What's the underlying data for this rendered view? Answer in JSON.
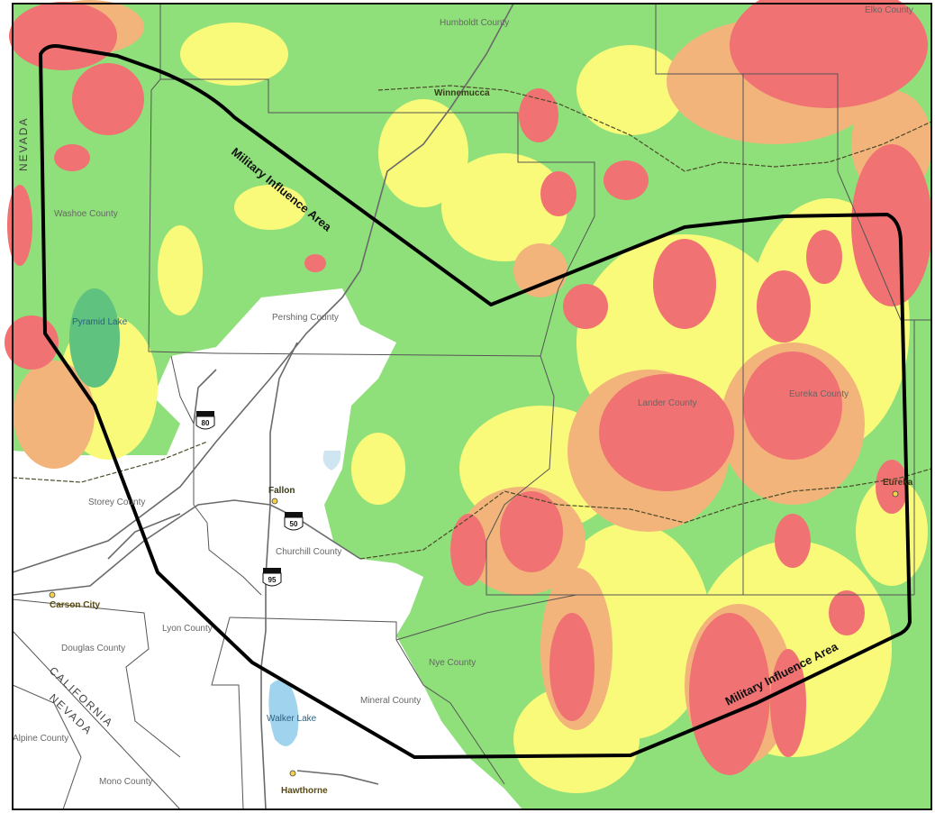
{
  "map": {
    "colors": {
      "green": "#8fe07a",
      "yellow": "#fafa7a",
      "orange": "#f2b47a",
      "red": "#f07272",
      "lake": "#9fd3ee",
      "lake_green": "#5fc27e",
      "boundary": "#000000"
    },
    "boundary_labels": {
      "top": "Military Influence Area",
      "bottom": "Military Influence Area"
    },
    "state_labels": {
      "nevada_left": "NEVADA",
      "california": "CALIFORNIA",
      "nevada_diag": "NEVADA"
    },
    "counties": {
      "humboldt": "Humboldt County",
      "elko": "Elko County",
      "washoe": "Washoe County",
      "pershing": "Pershing County",
      "lander": "Lander County",
      "eureka": "Eureka County",
      "storey": "Storey County",
      "churchill": "Churchill County",
      "lyon": "Lyon County",
      "douglas": "Douglas County",
      "mineral": "Mineral County",
      "nye": "Nye County",
      "alpine": "Alpine County",
      "mono": "Mono County"
    },
    "cities": {
      "winnemucca": "Winnemucca",
      "fallon": "Fallon",
      "eureka": "Eureka",
      "carson_city": "Carson City",
      "hawthorne": "Hawthorne"
    },
    "lakes": {
      "pyramid": "Pyramid Lake",
      "walker": "Walker Lake"
    },
    "highways": {
      "i80_north": "80",
      "us50_east": "50",
      "us95": "95"
    }
  }
}
